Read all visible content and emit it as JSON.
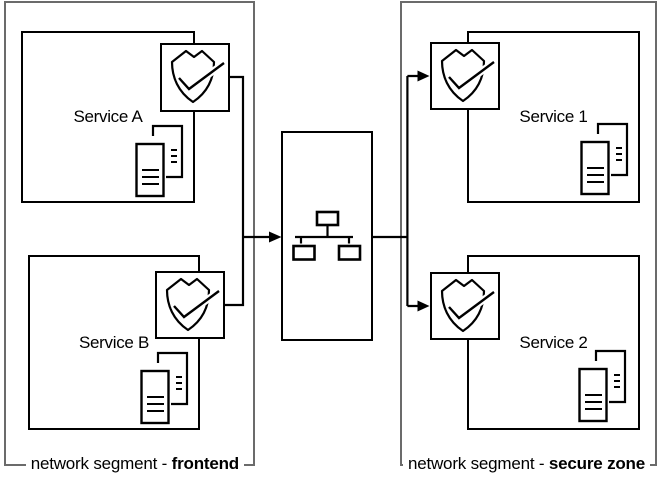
{
  "colors": {
    "background": "#ffffff",
    "segment_border": "#6b6b6b",
    "shape_border": "#000000",
    "text": "#000000"
  },
  "segments": [
    {
      "id": "frontend",
      "label_prefix": "network segment - ",
      "label_bold": "frontend",
      "services": [
        {
          "name": "Service A"
        },
        {
          "name": "Service B"
        }
      ]
    },
    {
      "id": "secure-zone",
      "label_prefix": "network segment - ",
      "label_bold": "secure zone",
      "services": [
        {
          "name": "Service 1"
        },
        {
          "name": "Service 2"
        }
      ]
    }
  ],
  "hub": {
    "icon": "network-topology-icon"
  },
  "icons": {
    "shield": "shield-check-icon",
    "server": "server-logs-icon",
    "network": "network-topology-icon"
  }
}
